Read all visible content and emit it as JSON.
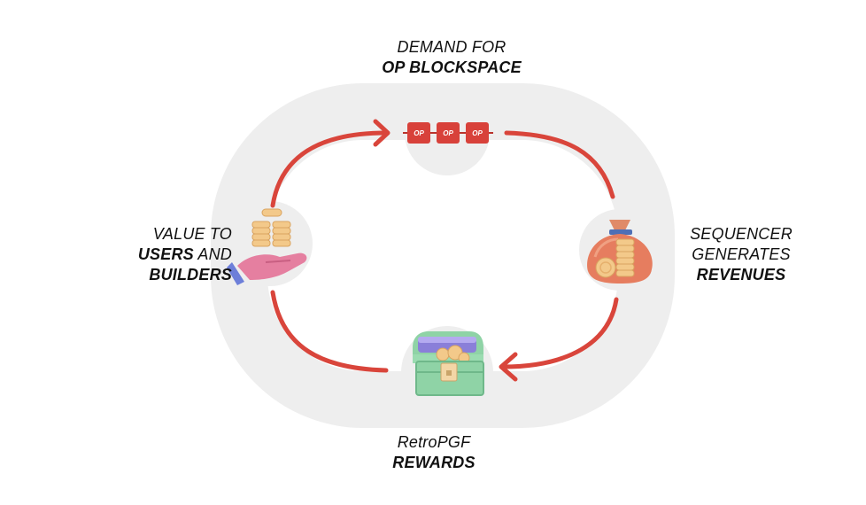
{
  "diagram": {
    "top_label": {
      "line1": "DEMAND FOR",
      "line2": "OP BLOCKSPACE"
    },
    "right_label": {
      "line1": "SEQUENCER",
      "line2": "GENERATES",
      "line3": "REVENUES"
    },
    "bottom_label": {
      "line1": "RetroPGF",
      "line2": "REWARDS"
    },
    "left_label": {
      "line1": "VALUE TO",
      "line2a": "USERS",
      "line2b": " AND",
      "line3": "BUILDERS"
    },
    "op_blocks": [
      "OP",
      "OP",
      "OP"
    ],
    "icons": {
      "top": "op-block-chain-icon",
      "right": "money-bag-icon",
      "bottom": "treasure-chest-icon",
      "left": "hand-with-coins-icon"
    },
    "colors": {
      "arrow": "#d9453b",
      "ring": "#eeeeee",
      "op_block": "#d8413a",
      "coin": "#f3c98a",
      "bag": "#e67d5f",
      "chest": "#8fd3a6"
    }
  }
}
